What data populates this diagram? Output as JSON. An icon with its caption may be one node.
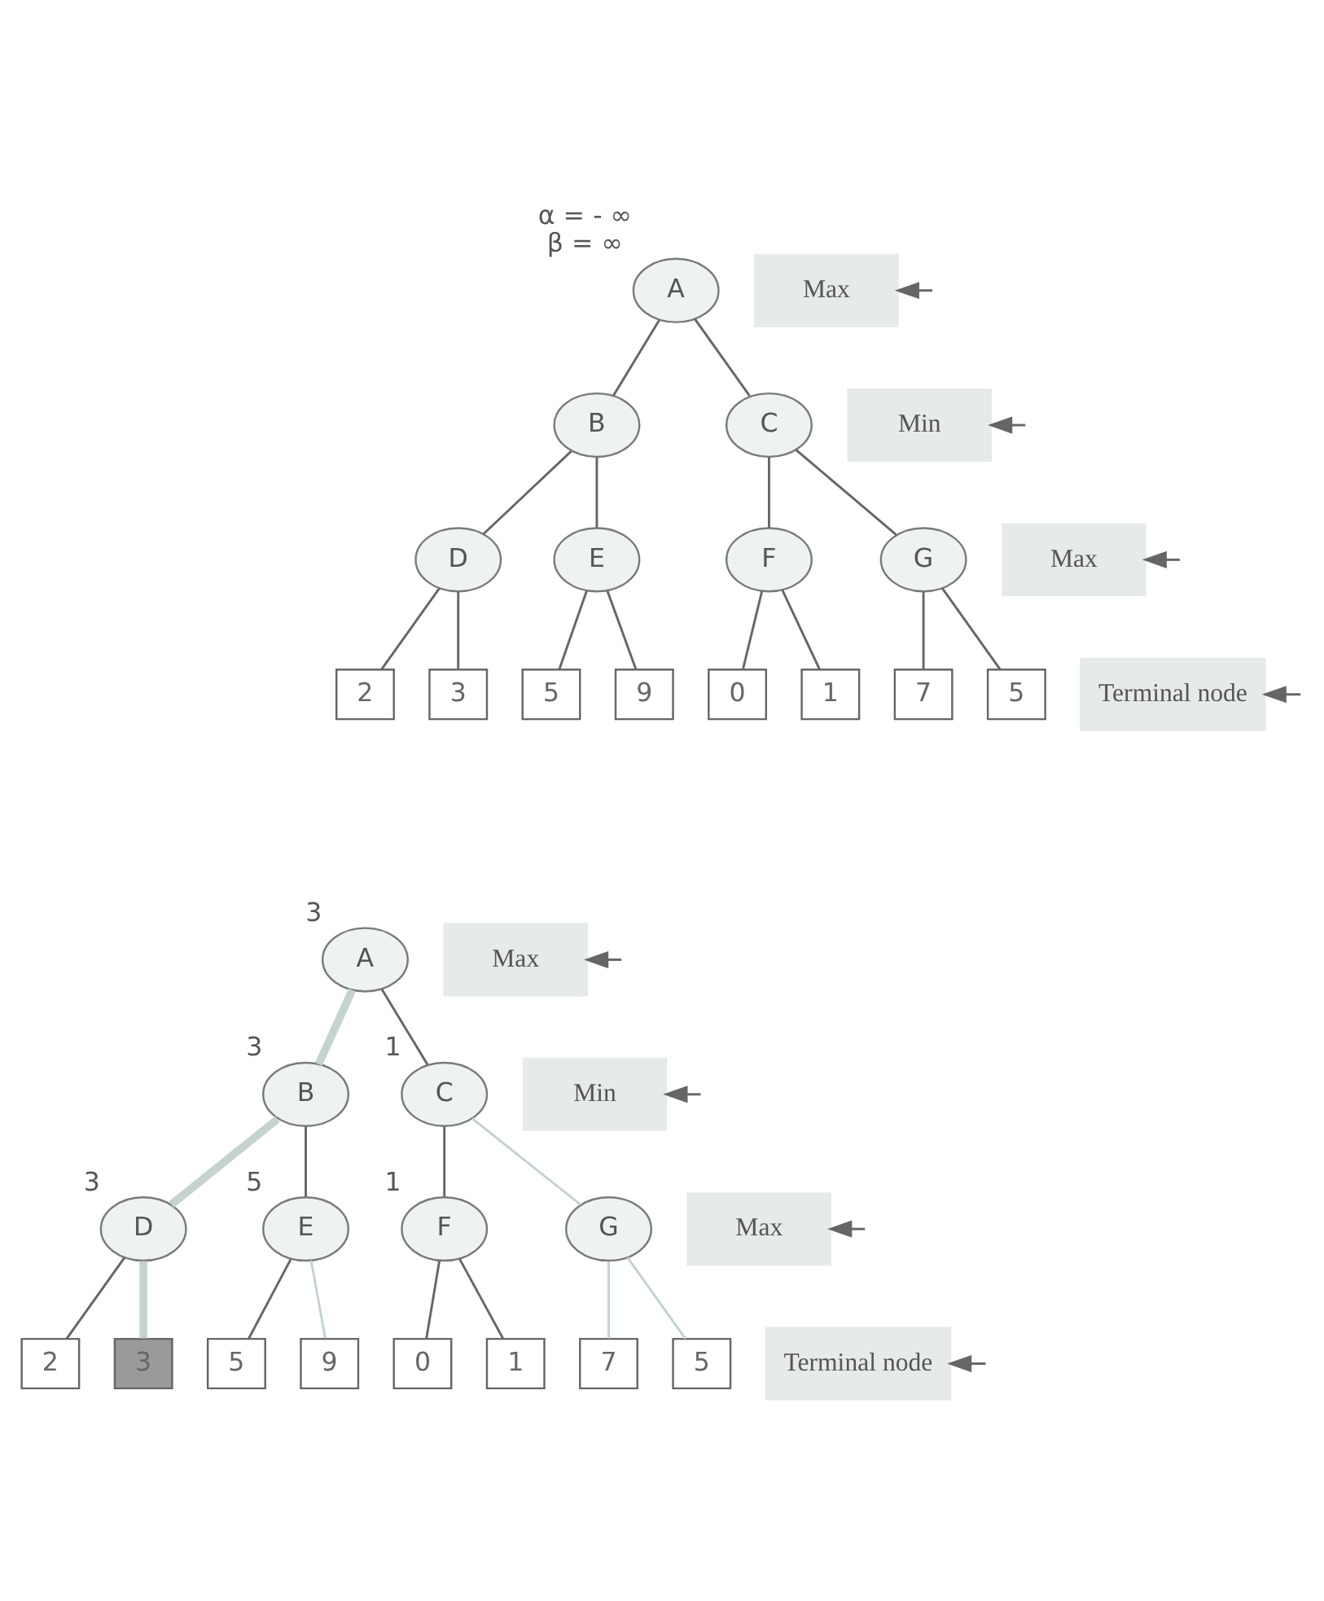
{
  "diagram": {
    "nodes": [
      {
        "text": [
          "A"
        ],
        "beside": [
          "α = - ∞",
          "β = ∞"
        ]
      },
      {
        "text": [
          "B"
        ]
      },
      {
        "text": [
          "C"
        ]
      },
      {
        "text": [
          "D"
        ]
      },
      {
        "text": [
          "E"
        ]
      },
      {
        "text": [
          "F"
        ]
      },
      {
        "text": [
          "G"
        ]
      },
      {
        "text": [
          "2"
        ]
      },
      {
        "text": [
          "3"
        ]
      },
      {
        "text": [
          "5"
        ]
      },
      {
        "text": [
          "9"
        ]
      },
      {
        "text": [
          "0"
        ]
      },
      {
        "text": [
          "1"
        ]
      },
      {
        "text": [
          "7"
        ]
      },
      {
        "text": [
          "5"
        ]
      },
      {
        "text": [
          "Max"
        ]
      },
      {
        "text": [
          "Min"
        ]
      },
      {
        "text": [
          "Max"
        ]
      },
      {
        "text": [
          "Terminal node"
        ]
      },
      {
        "text": [
          "A"
        ],
        "beside": [
          "3"
        ]
      },
      {
        "text": [
          "B"
        ],
        "beside": [
          "3"
        ]
      },
      {
        "text": [
          "C"
        ],
        "beside": [
          "1"
        ]
      },
      {
        "text": [
          "D"
        ],
        "beside": [
          "3"
        ]
      },
      {
        "text": [
          "E"
        ],
        "beside": [
          "5"
        ]
      },
      {
        "text": [
          "F"
        ],
        "beside": [
          "1"
        ]
      },
      {
        "text": [
          "G"
        ]
      },
      {
        "text": [
          "2"
        ]
      },
      {
        "text": [
          "3"
        ]
      },
      {
        "text": [
          "5"
        ]
      },
      {
        "text": [
          "9"
        ]
      },
      {
        "text": [
          "0"
        ]
      },
      {
        "text": [
          "1"
        ]
      },
      {
        "text": [
          "7"
        ]
      },
      {
        "text": [
          "5"
        ]
      },
      {
        "text": [
          "Max"
        ]
      },
      {
        "text": [
          "Min"
        ]
      },
      {
        "text": [
          "Max"
        ]
      },
      {
        "text": [
          "Terminal node"
        ]
      }
    ],
    "edges": [
      {
        "from": 0,
        "to": 1,
        "arrow": "none"
      },
      {
        "from": 0,
        "to": 2,
        "arrow": "none"
      },
      {
        "from": 1,
        "to": 3,
        "arrow": "none"
      },
      {
        "from": 1,
        "to": 4,
        "arrow": "none"
      },
      {
        "from": 2,
        "to": 5,
        "arrow": "none"
      },
      {
        "from": 2,
        "to": 6,
        "arrow": "none"
      },
      {
        "from": 3,
        "to": 7,
        "arrow": "none"
      },
      {
        "from": 3,
        "to": 8,
        "arrow": "none"
      },
      {
        "from": 4,
        "to": 9,
        "arrow": "none"
      },
      {
        "from": 4,
        "to": 10,
        "arrow": "none"
      },
      {
        "from": 5,
        "to": 11,
        "arrow": "none"
      },
      {
        "from": 5,
        "to": 12,
        "arrow": "none"
      },
      {
        "from": 6,
        "to": 13,
        "arrow": "none"
      },
      {
        "from": 6,
        "to": 14,
        "arrow": "none"
      },
      {
        "from": null,
        "to": 15,
        "arrow": "to"
      },
      {
        "from": null,
        "to": 16,
        "arrow": "to"
      },
      {
        "from": null,
        "to": 17,
        "arrow": "to"
      },
      {
        "from": null,
        "to": 18,
        "arrow": "to"
      },
      {
        "from": 19,
        "to": 20,
        "arrow": "none",
        "style": "thick",
        "color": "#c4d3cf"
      },
      {
        "from": 19,
        "to": 21,
        "arrow": "none"
      },
      {
        "from": 20,
        "to": 22,
        "arrow": "none",
        "style": "thick",
        "color": "#c4d3cf"
      },
      {
        "from": 20,
        "to": 23,
        "arrow": "none"
      },
      {
        "from": 21,
        "to": 24,
        "arrow": "none"
      },
      {
        "from": 21,
        "to": 25,
        "arrow": "none",
        "color": "#c4d3cf"
      },
      {
        "from": 22,
        "to": 26,
        "arrow": "none"
      },
      {
        "from": 22,
        "to": 27,
        "arrow": "none",
        "style": "thick",
        "color": "#c4d3cf"
      },
      {
        "from": 23,
        "to": 28,
        "arrow": "none"
      },
      {
        "from": 23,
        "to": 29,
        "arrow": "none",
        "color": "#c4d3cf"
      },
      {
        "from": 24,
        "to": 30,
        "arrow": "none"
      },
      {
        "from": 24,
        "to": 31,
        "arrow": "none"
      },
      {
        "from": 25,
        "to": 32,
        "arrow": "none",
        "color": "#c4d3cf"
      },
      {
        "from": 25,
        "to": 33,
        "arrow": "none",
        "color": "#c4d3cf"
      },
      {
        "from": null,
        "to": 34,
        "arrow": "to"
      },
      {
        "from": null,
        "to": 35,
        "arrow": "to"
      },
      {
        "from": null,
        "to": 36,
        "arrow": "to"
      },
      {
        "from": null,
        "to": 37,
        "arrow": "to"
      }
    ]
  }
}
